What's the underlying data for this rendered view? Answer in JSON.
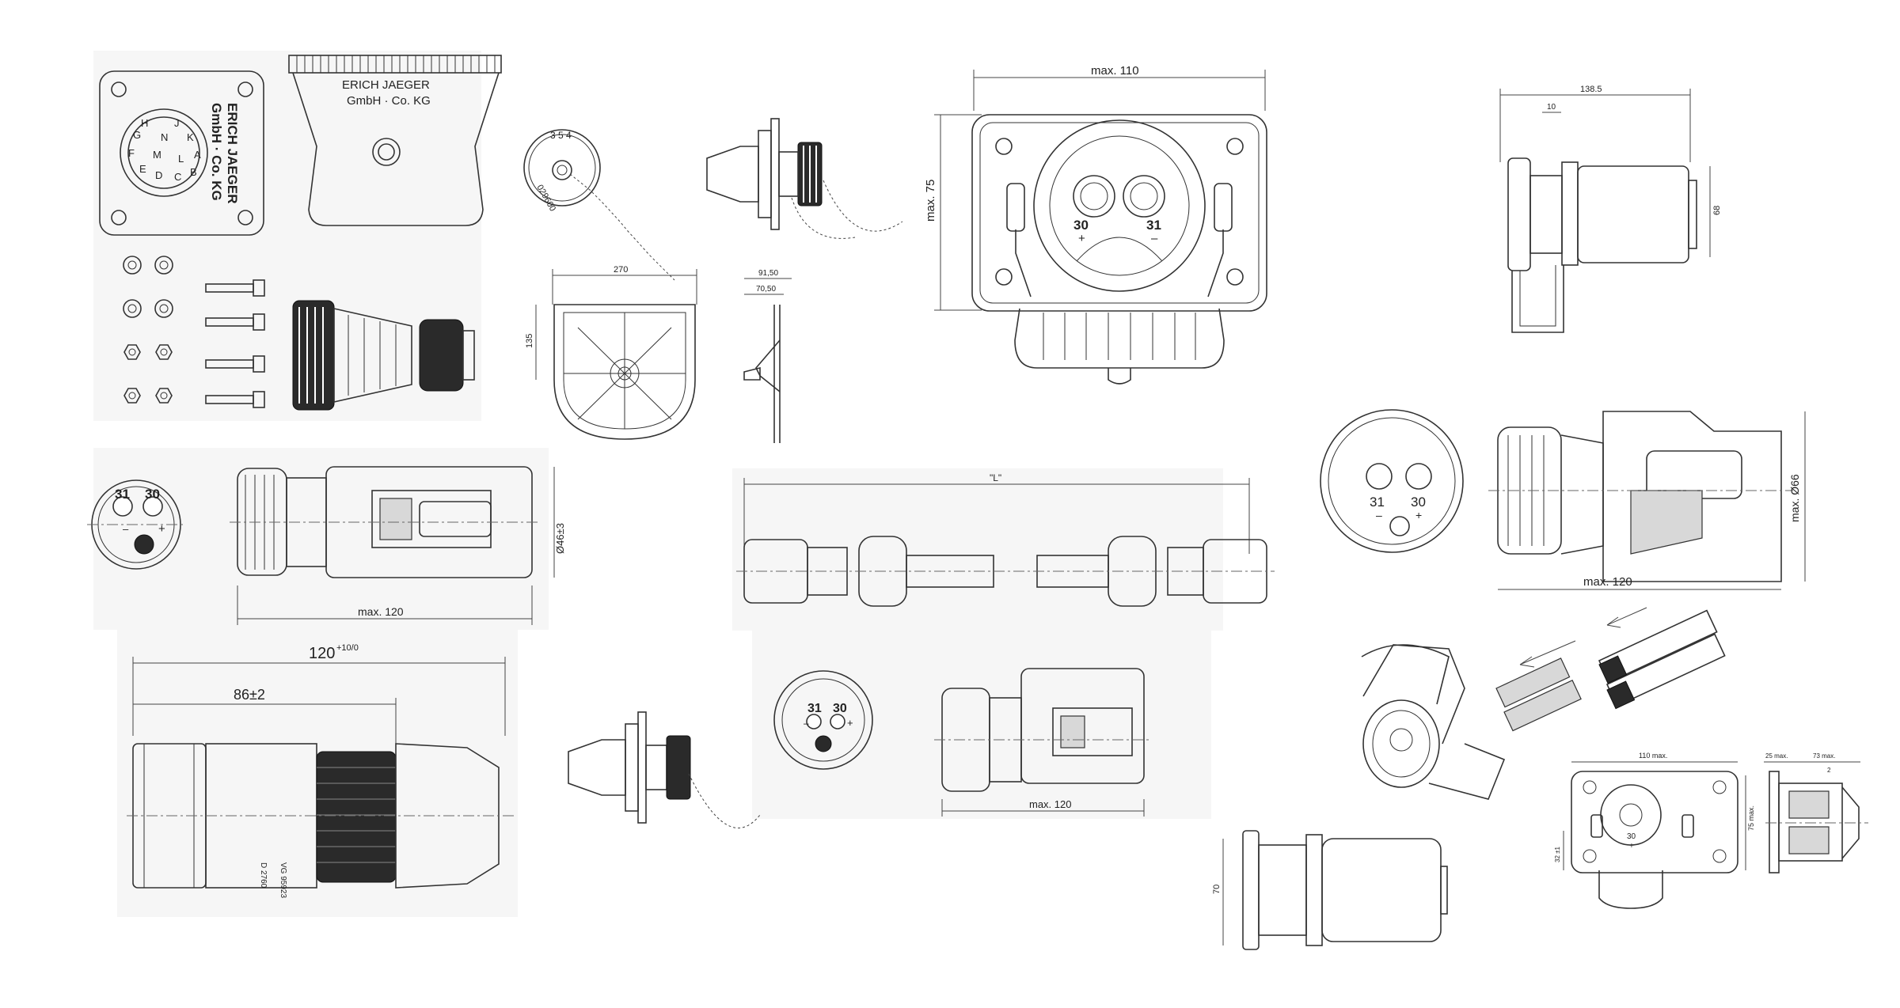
{
  "drawings": {
    "flange_logo": {
      "line1": "ERICH JAEGER",
      "line2": "GmbH · Co. KG"
    },
    "housing_logo": {
      "line1": "ERICH JAEGER",
      "line2": "GmbH · Co. KG"
    },
    "pin_letters": [
      "H",
      "J",
      "K",
      "G",
      "N",
      "A",
      "F",
      "M",
      "L",
      "B",
      "E",
      "D",
      "C"
    ],
    "cap_plate": {
      "code": "3 5 4",
      "model": "029600"
    },
    "mounting_plate": {
      "dim_top": "270",
      "dim_side": "135"
    },
    "side_profile": {
      "dim_a": "91,50",
      "dim_b": "70,50"
    },
    "socket_main": {
      "width": "max. 110",
      "height": "max. 75",
      "pin_left": "30",
      "pin_left_sign": "+",
      "pin_right": "31",
      "pin_right_sign": "–"
    },
    "side_view_right": {
      "dim_total": "138.5",
      "dim_small": "10",
      "dim_height": "68"
    },
    "plug_front_left": {
      "pin_left": "31",
      "pin_right": "30",
      "sign_left": "–",
      "sign_right": "+"
    },
    "plug_side_left": {
      "diameter": "Ø46±3",
      "length": "max. 120"
    },
    "cable_assembly": {
      "length": "\"L\""
    },
    "plug_right_front": {
      "pin_left": "31",
      "pin_right": "30",
      "sign_left": "–",
      "sign_right": "+"
    },
    "plug_right_side": {
      "diameter": "max. Ø66",
      "length": "max. 120"
    },
    "coupler_large": {
      "length": "120",
      "tolerance": "+10/0",
      "length2": "86±2",
      "mark_a": "VG 95923",
      "mark_b": "D 2760"
    },
    "plug_mid_front": {
      "pin_left": "31",
      "pin_right": "30",
      "sign_left": "–",
      "sign_right": "+"
    },
    "plug_mid_side": {
      "length": "max. 120"
    },
    "socket_detail": {
      "width": "110 max.",
      "height": "75 max.",
      "dim_a": "25 max.",
      "dim_b": "73 max.",
      "dim_c": "2",
      "dim_d": "32 ±1",
      "pin": "30",
      "pin_sign": "+"
    },
    "adapter_small": {
      "dim": "70"
    }
  }
}
